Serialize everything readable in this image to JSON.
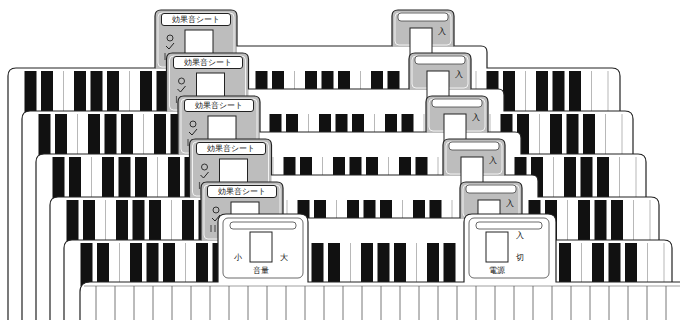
{
  "diagram": {
    "nodes": [
      {
        "text": [
          "効果音シート"
        ]
      },
      {
        "text": [
          "入"
        ]
      },
      {
        "text": [
          "効果音シート"
        ]
      },
      {
        "text": [
          "入"
        ]
      },
      {
        "text": [
          "効果音シート"
        ]
      },
      {
        "text": [
          "入"
        ]
      },
      {
        "text": [
          "効果音シート"
        ]
      },
      {
        "text": [
          "入"
        ]
      },
      {
        "text": [
          "効果音シート"
        ]
      },
      {
        "text": [
          "入"
        ]
      },
      {
        "text": [
          "小",
          "音量",
          "大"
        ]
      },
      {
        "text": [
          "入",
          "切",
          "電源"
        ]
      }
    ]
  }
}
